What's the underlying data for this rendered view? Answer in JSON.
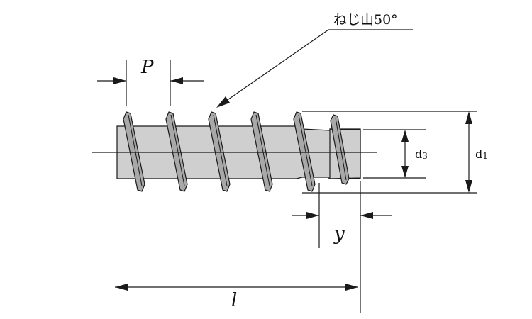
{
  "callout": {
    "text": "ねじ山50°"
  },
  "dimensions": {
    "pitch": "P",
    "d3": "d3",
    "d3_main": "d",
    "d3_sub": "3",
    "d1": "d1",
    "d1_main": "d",
    "d1_sub": "1",
    "y": "y",
    "l": "l"
  },
  "colors": {
    "shank": "#cfcfcf",
    "thread": "#a8a8a8",
    "line": "#1a1a1a"
  }
}
